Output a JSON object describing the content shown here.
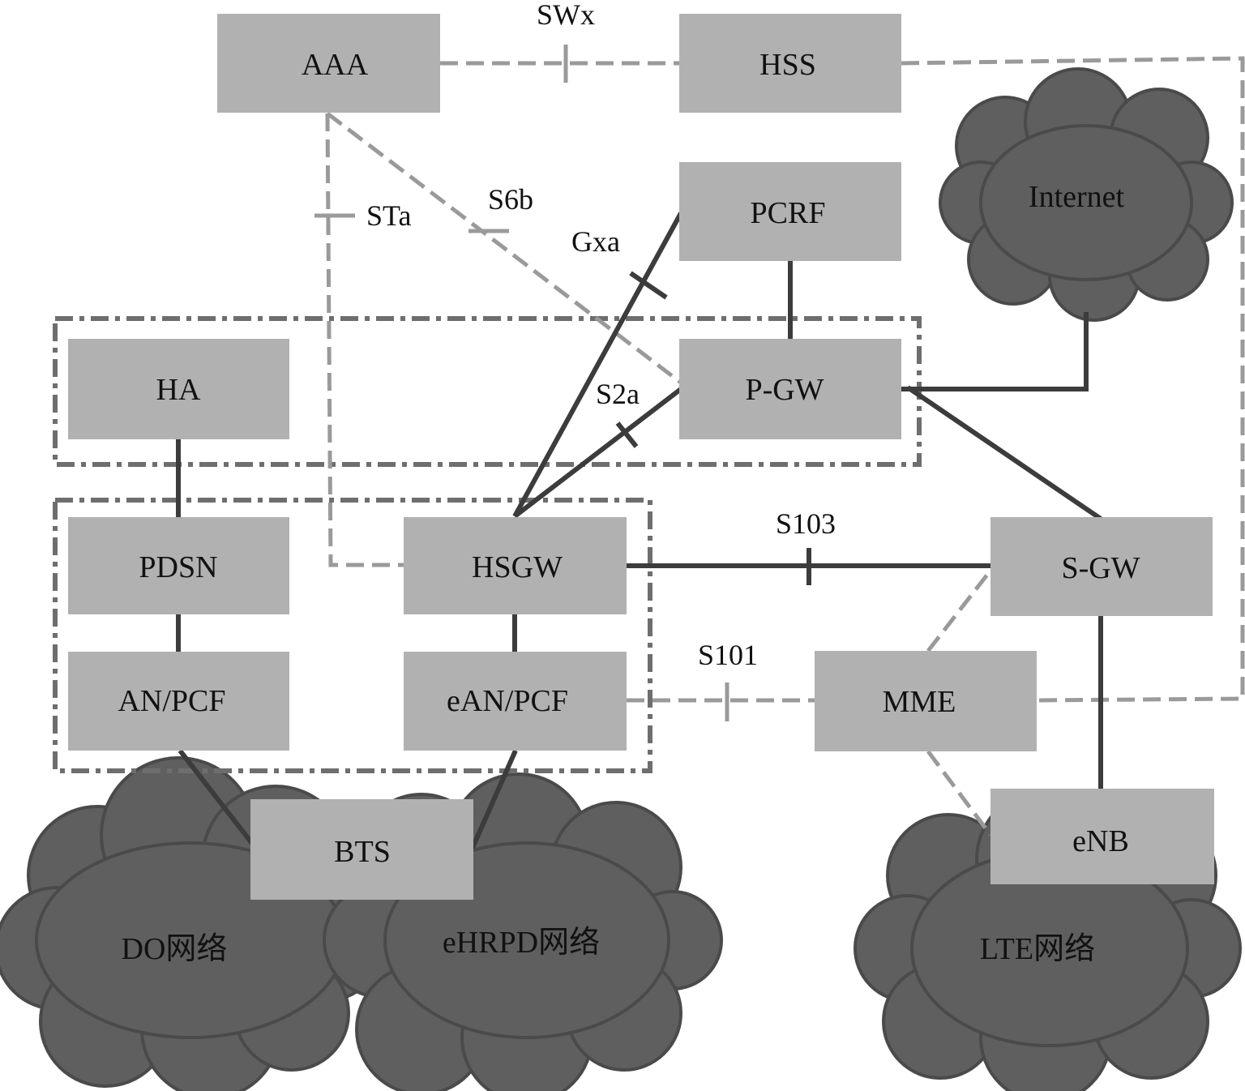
{
  "colors": {
    "background": "#ffffff",
    "box_fill": "#b1b1b1",
    "cloud_fill": "#5f5f5f",
    "cloud_stroke": "#4a4a4a",
    "solid_line": "#3c3c3c",
    "dashed_line": "#9a9a9a",
    "group_border": "#6e6e6e",
    "text": "#111111"
  },
  "nodes": {
    "aaa": "AAA",
    "hss": "HSS",
    "pcrf": "PCRF",
    "pgw": "P-GW",
    "ha": "HA",
    "pdsn": "PDSN",
    "hsgw": "HSGW",
    "an_pcf": "AN/PCF",
    "ean_pcf": "eAN/PCF",
    "sgw": "S-GW",
    "mme": "MME",
    "bts": "BTS",
    "enb": "eNB"
  },
  "clouds": {
    "internet": "Internet",
    "do_network": "DO网络",
    "ehrpd_network": "eHRPD网络",
    "lte_network": "LTE网络"
  },
  "interfaces": {
    "swx": "SWx",
    "sta": "STa",
    "s6b": "S6b",
    "gxa": "Gxa",
    "s2a": "S2a",
    "s103": "S103",
    "s101": "S101"
  }
}
